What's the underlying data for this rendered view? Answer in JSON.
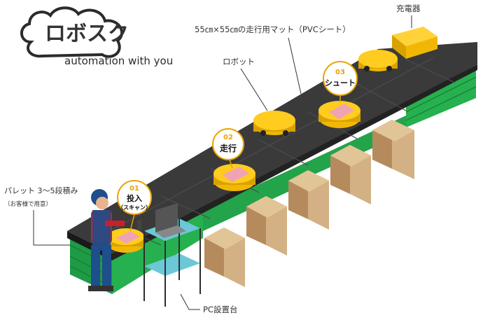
{
  "logo": {
    "mark": "ロボスク",
    "tagline": "automation with you"
  },
  "labels": {
    "mat": "55㎝×55㎝の走行用マット（PVCシート）",
    "charger": "充電器",
    "robot": "ロボット",
    "pallet": "パレット 3〜5段積み",
    "pallet_note": "（お客様で用意）",
    "pc_stand": "PC設置台"
  },
  "steps": [
    {
      "num": "01",
      "label": "投入",
      "sub": "（スキャン）"
    },
    {
      "num": "02",
      "label": "走行",
      "sub": ""
    },
    {
      "num": "03",
      "label": "シュート",
      "sub": ""
    }
  ],
  "colors": {
    "belt": "#3a3a3a",
    "pallet": "#23a34a",
    "robot": "#f2b705",
    "box": "#c9a57a",
    "badge": "#e9a400",
    "stand": "#4fb3c4"
  }
}
